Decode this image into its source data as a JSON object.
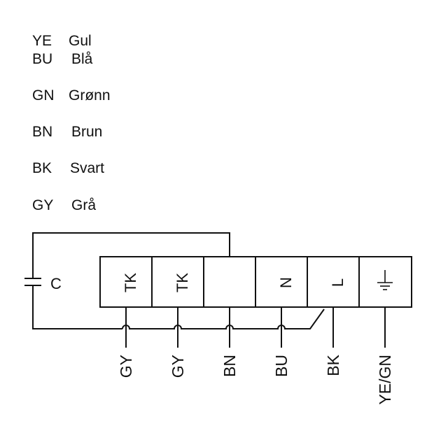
{
  "legend": [
    {
      "code": "YE",
      "name": "Gul"
    },
    {
      "code": "BU",
      "name": "Blå"
    },
    {
      "code": "GN",
      "name": "Grønn"
    },
    {
      "code": "BN",
      "name": "Brun"
    },
    {
      "code": "BK",
      "name": "Svart"
    },
    {
      "code": "GY",
      "name": "Grå"
    }
  ],
  "capacitor_label": "C",
  "terminals": [
    {
      "label": "TK",
      "wire": "GY"
    },
    {
      "label": "TK",
      "wire": "GY"
    },
    {
      "label": "",
      "wire": "BN"
    },
    {
      "label": "N",
      "wire": "BU"
    },
    {
      "label": "L",
      "wire": "BK"
    },
    {
      "label": "",
      "wire": "YE/GN",
      "symbol": "ground-icon"
    }
  ]
}
